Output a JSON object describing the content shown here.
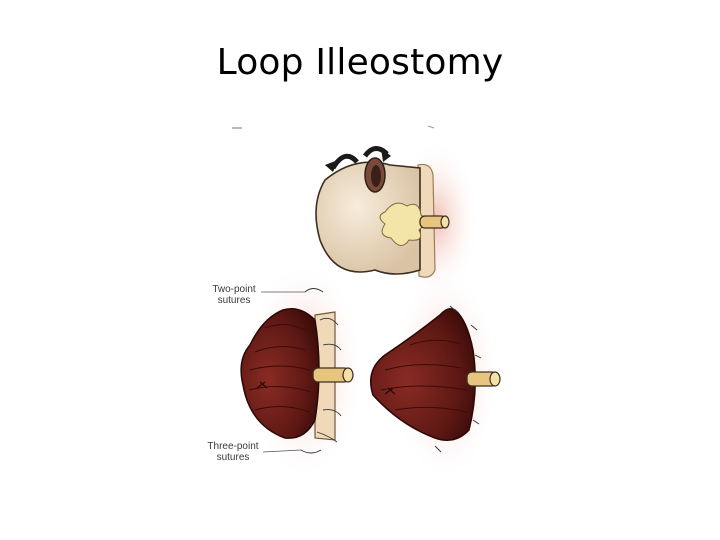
{
  "slide": {
    "title": "Loop Illeostomy"
  },
  "figure": {
    "label_two_point": "Two-point sutures",
    "label_three_point": "Three-point sutures",
    "stoma_color": "#6e1f1a",
    "bowel_color": "#efe0c6",
    "skin_blush_color": "#f3c3b8",
    "rod_color": "#e6c27a"
  }
}
